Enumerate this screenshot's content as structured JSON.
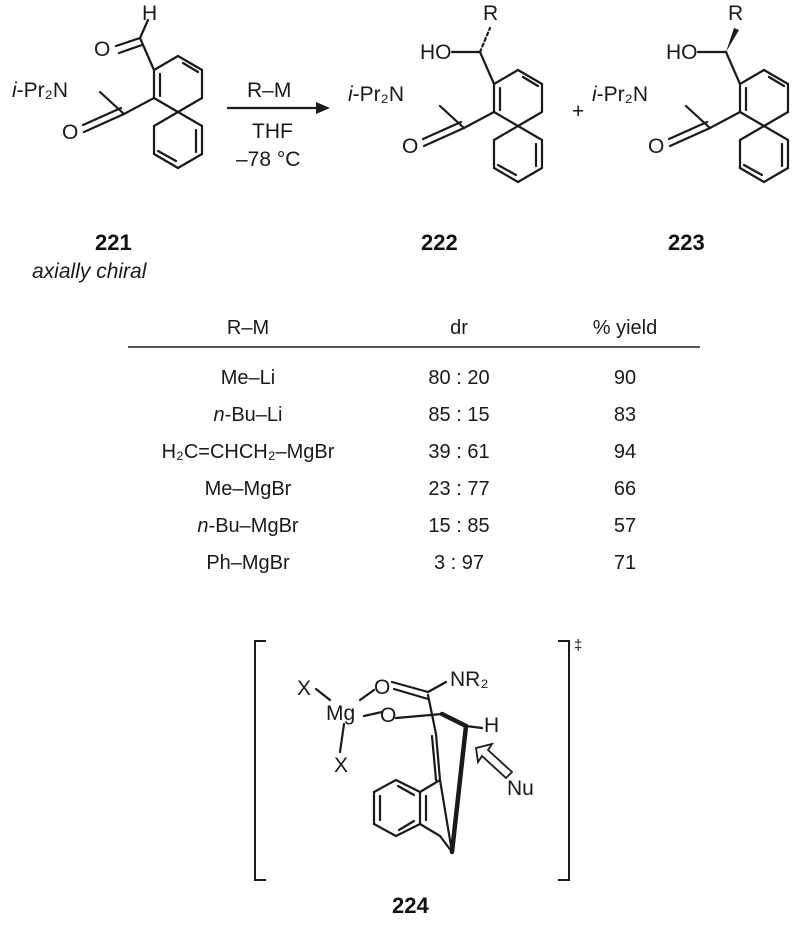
{
  "scheme": {
    "reagent": {
      "top": "R–M",
      "solvent": "THF",
      "temp": "–78 °C"
    },
    "plus": "+",
    "compounds": {
      "sm": {
        "id": "221",
        "note": "axially chiral",
        "amide": "i-Pr₂N",
        "amide_prefix": "i",
        "amide_rest": "-Pr₂N",
        "carbonyl_o": "O",
        "aldehyde_h": "H",
        "aldehyde_o": "O"
      },
      "p1": {
        "id": "222",
        "amide_prefix": "i",
        "amide_rest": "-Pr₂N",
        "oh": "HO",
        "r": "R",
        "carbonyl_o": "O"
      },
      "p2": {
        "id": "223",
        "amide_prefix": "i",
        "amide_rest": "-Pr₂N",
        "oh": "HO",
        "r": "R",
        "carbonyl_o": "O"
      }
    }
  },
  "table": {
    "headers": [
      "R–M",
      "dr",
      "% yield"
    ],
    "rows": [
      {
        "rm": "Me–Li",
        "dr": "80 : 20",
        "yield": "90"
      },
      {
        "rm": "n-Bu–Li",
        "dr": "85 : 15",
        "yield": "83"
      },
      {
        "rm": "H₂C=CHCH₂–MgBr",
        "dr": "39 : 61",
        "yield": "94"
      },
      {
        "rm": "Me–MgBr",
        "dr": "23 : 77",
        "yield": "66"
      },
      {
        "rm": "n-Bu–MgBr",
        "dr": "15 : 85",
        "yield": "57"
      },
      {
        "rm": "Ph–MgBr",
        "dr": "3 : 97",
        "yield": "71"
      }
    ]
  },
  "ts": {
    "id": "224",
    "dagger": "‡",
    "x1": "X",
    "x2": "X",
    "mg": "Mg",
    "o1": "O",
    "o2": "O",
    "nr2": "NR₂",
    "h": "H",
    "nu": "Nu"
  }
}
